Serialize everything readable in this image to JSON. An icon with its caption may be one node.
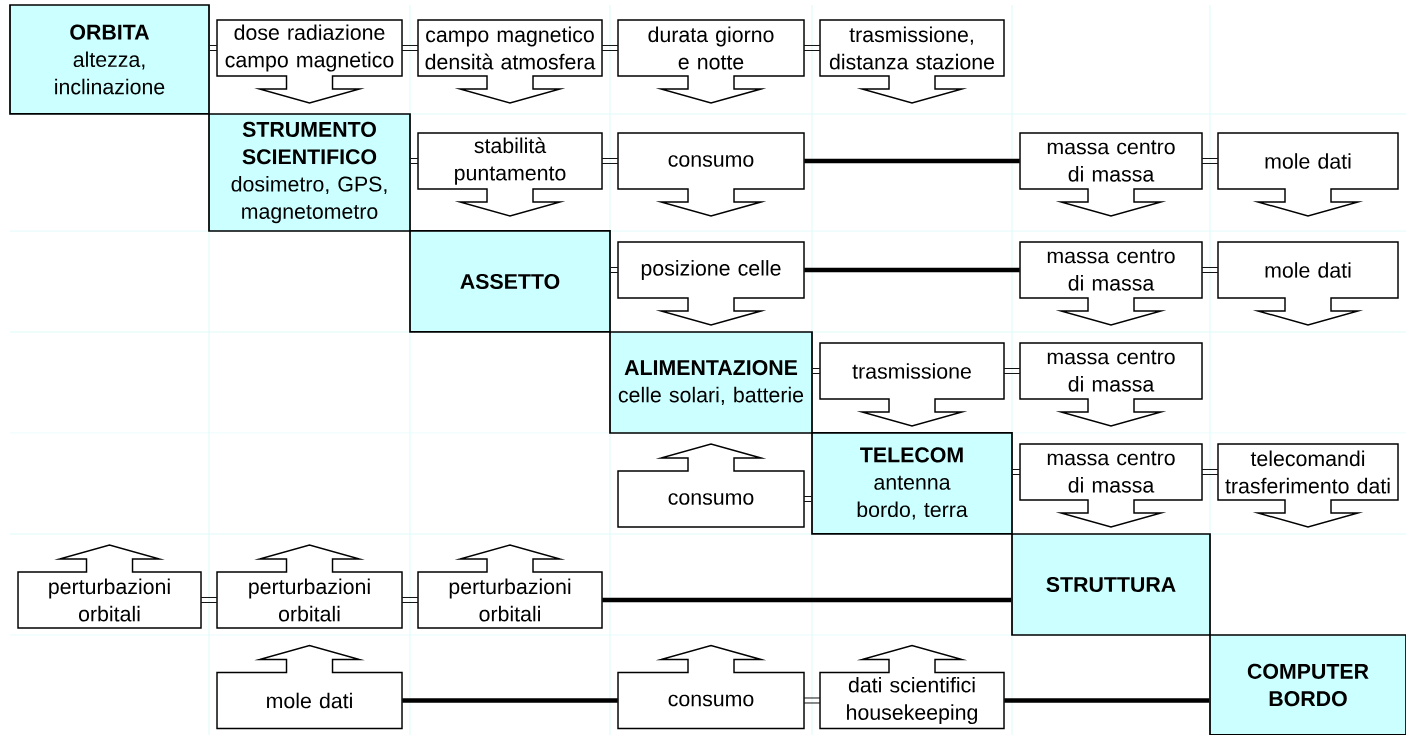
{
  "diagram": {
    "nodes": [
      {
        "text": [
          "ORBITA",
          "altezza, inclinazione"
        ]
      },
      {
        "text": [
          "dose radiazione campo magnetico"
        ]
      },
      {
        "text": [
          "campo magnetico densità atmosfera"
        ]
      },
      {
        "text": [
          "durata giorno e notte"
        ]
      },
      {
        "text": [
          "trasmissione, distanza stazione"
        ]
      },
      {
        "text": [
          "STRUMENTO SCIENTIFICO",
          "dosimetro, GPS, magnetometro"
        ]
      },
      {
        "text": [
          "stabilità puntamento"
        ]
      },
      {
        "text": [
          "consumo"
        ]
      },
      {
        "text": [
          "massa centro di massa"
        ]
      },
      {
        "text": [
          "mole dati"
        ]
      },
      {
        "text": [
          "ASSETTO"
        ]
      },
      {
        "text": [
          "posizione celle"
        ]
      },
      {
        "text": [
          "massa centro di massa"
        ]
      },
      {
        "text": [
          "mole dati"
        ]
      },
      {
        "text": [
          "ALIMENTAZIONE",
          "celle solari, batterie"
        ]
      },
      {
        "text": [
          "trasmissione"
        ]
      },
      {
        "text": [
          "massa centro di massa"
        ]
      },
      {
        "text": [
          "consumo"
        ]
      },
      {
        "text": [
          "TELECOM",
          "antenna bordo, terra"
        ]
      },
      {
        "text": [
          "massa centro di massa"
        ]
      },
      {
        "text": [
          "telecomandi trasferimento dati"
        ]
      },
      {
        "text": [
          "perturbazioni orbitali"
        ]
      },
      {
        "text": [
          "perturbazioni orbitali"
        ]
      },
      {
        "text": [
          "perturbazioni orbitali"
        ]
      },
      {
        "text": [
          "STRUTTURA"
        ]
      },
      {
        "text": [
          "mole dati"
        ]
      },
      {
        "text": [
          "consumo"
        ]
      },
      {
        "text": [
          "dati scientifici housekeeping"
        ]
      },
      {
        "text": [
          "COMPUTER BORDO"
        ]
      }
    ],
    "edges": [
      {
        "from": 0,
        "to": 1,
        "arrow": "none"
      },
      {
        "from": 1,
        "to": 2,
        "arrow": "none"
      },
      {
        "from": 2,
        "to": 3,
        "arrow": "none"
      },
      {
        "from": 3,
        "to": 4,
        "arrow": "none"
      },
      {
        "from": 5,
        "to": 6,
        "arrow": "none"
      },
      {
        "from": 6,
        "to": 7,
        "arrow": "none"
      },
      {
        "from": 7,
        "to": 8,
        "arrow": "none",
        "style": "thick"
      },
      {
        "from": 8,
        "to": 9,
        "arrow": "none"
      },
      {
        "from": 10,
        "to": 11,
        "arrow": "none"
      },
      {
        "from": 11,
        "to": 12,
        "arrow": "none",
        "style": "thick"
      },
      {
        "from": 12,
        "to": 13,
        "arrow": "none"
      },
      {
        "from": 14,
        "to": 15,
        "arrow": "none"
      },
      {
        "from": 15,
        "to": 16,
        "arrow": "none"
      },
      {
        "from": 17,
        "to": 18,
        "arrow": "none"
      },
      {
        "from": 18,
        "to": 19,
        "arrow": "none"
      },
      {
        "from": 19,
        "to": 20,
        "arrow": "none"
      },
      {
        "from": 21,
        "to": 22,
        "arrow": "none"
      },
      {
        "from": 22,
        "to": 23,
        "arrow": "none"
      },
      {
        "from": 23,
        "to": 24,
        "arrow": "none",
        "style": "thick"
      },
      {
        "from": 25,
        "to": 26,
        "arrow": "none",
        "style": "thick"
      },
      {
        "from": 26,
        "to": 27,
        "arrow": "none"
      },
      {
        "from": 27,
        "to": 28,
        "arrow": "none",
        "style": "thick"
      }
    ]
  }
}
